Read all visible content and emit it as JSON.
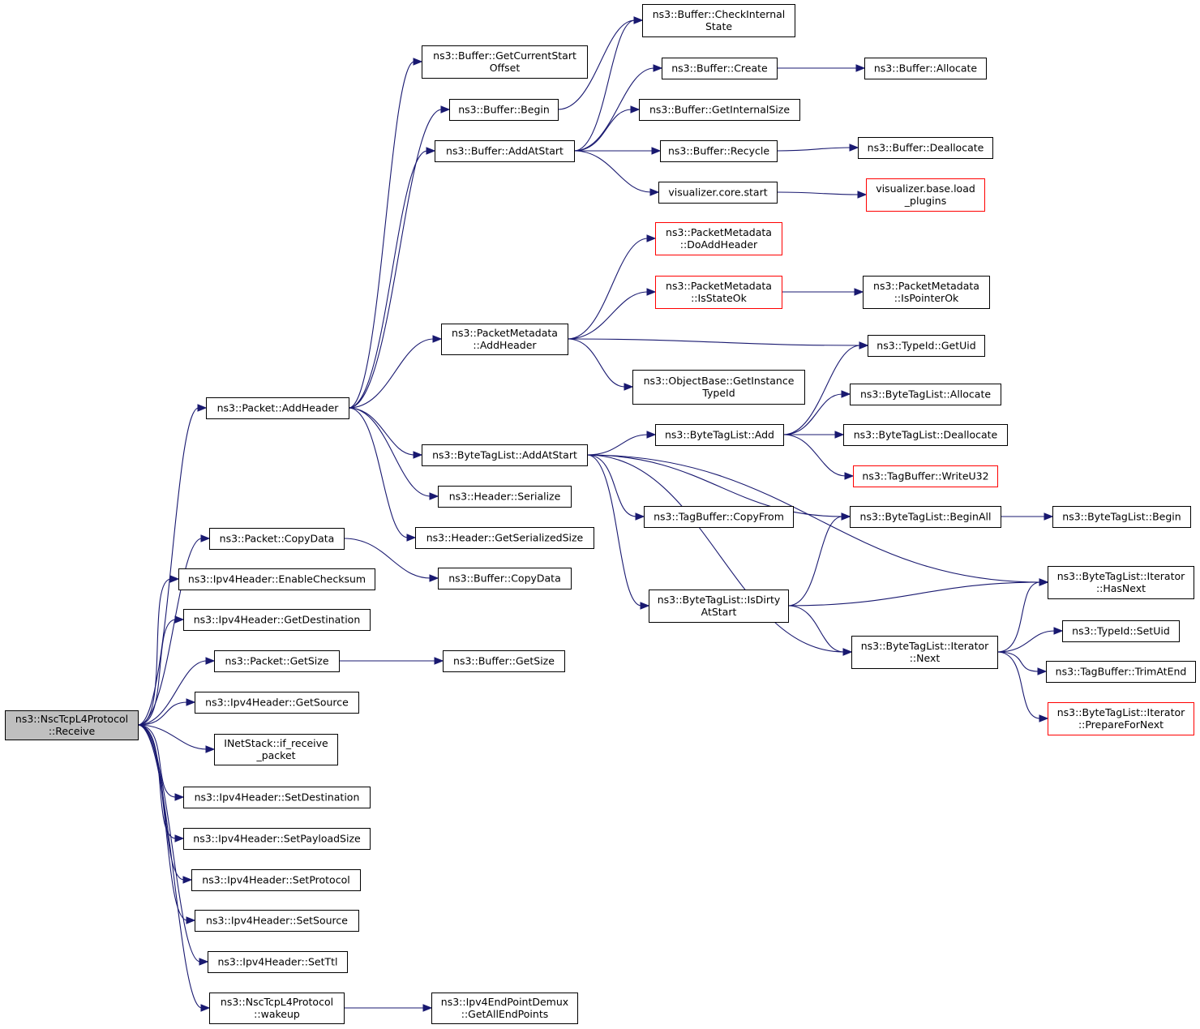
{
  "diagram": {
    "type": "call-graph",
    "colors": {
      "edge": "#191970",
      "root_fill": "#bfbfbf",
      "node_border": "#000000",
      "incomplete_border": "#ff0000"
    },
    "nodes": [
      {
        "id": "root",
        "lines": [
          "ns3::NscTcpL4Protocol",
          "::Receive"
        ],
        "style": "root"
      },
      {
        "id": "pkt_addheader",
        "lines": [
          "ns3::Packet::AddHeader"
        ]
      },
      {
        "id": "pkt_copydata",
        "lines": [
          "ns3::Packet::CopyData"
        ]
      },
      {
        "id": "ipv4_enablechecksum",
        "lines": [
          "ns3::Ipv4Header::EnableChecksum"
        ]
      },
      {
        "id": "ipv4_getdest",
        "lines": [
          "ns3::Ipv4Header::GetDestination"
        ]
      },
      {
        "id": "pkt_getsize",
        "lines": [
          "ns3::Packet::GetSize"
        ]
      },
      {
        "id": "ipv4_getsource",
        "lines": [
          "ns3::Ipv4Header::GetSource"
        ]
      },
      {
        "id": "inet_ifreceive",
        "lines": [
          "INetStack::if_receive",
          "_packet"
        ]
      },
      {
        "id": "ipv4_setdest",
        "lines": [
          "ns3::Ipv4Header::SetDestination"
        ]
      },
      {
        "id": "ipv4_setpayload",
        "lines": [
          "ns3::Ipv4Header::SetPayloadSize"
        ]
      },
      {
        "id": "ipv4_setprotocol",
        "lines": [
          "ns3::Ipv4Header::SetProtocol"
        ]
      },
      {
        "id": "ipv4_setsource",
        "lines": [
          "ns3::Ipv4Header::SetSource"
        ]
      },
      {
        "id": "ipv4_setttl",
        "lines": [
          "ns3::Ipv4Header::SetTtl"
        ]
      },
      {
        "id": "nsc_wakeup",
        "lines": [
          "ns3::NscTcpL4Protocol",
          "::wakeup"
        ]
      },
      {
        "id": "buf_getcurrentstart",
        "lines": [
          "ns3::Buffer::GetCurrentStart",
          "Offset"
        ]
      },
      {
        "id": "buf_begin",
        "lines": [
          "ns3::Buffer::Begin"
        ]
      },
      {
        "id": "buf_addatstart",
        "lines": [
          "ns3::Buffer::AddAtStart"
        ]
      },
      {
        "id": "pm_addheader",
        "lines": [
          "ns3::PacketMetadata",
          "::AddHeader"
        ]
      },
      {
        "id": "btl_addatstart",
        "lines": [
          "ns3::ByteTagList::AddAtStart"
        ]
      },
      {
        "id": "hdr_serialize",
        "lines": [
          "ns3::Header::Serialize"
        ]
      },
      {
        "id": "hdr_getserializedsize",
        "lines": [
          "ns3::Header::GetSerializedSize"
        ]
      },
      {
        "id": "buf_copydata",
        "lines": [
          "ns3::Buffer::CopyData"
        ]
      },
      {
        "id": "buf_getsize",
        "lines": [
          "ns3::Buffer::GetSize"
        ]
      },
      {
        "id": "ipv4ep_getall",
        "lines": [
          "ns3::Ipv4EndPointDemux",
          "::GetAllEndPoints"
        ]
      },
      {
        "id": "buf_checkinternal",
        "lines": [
          "ns3::Buffer::CheckInternal",
          "State"
        ]
      },
      {
        "id": "buf_create",
        "lines": [
          "ns3::Buffer::Create"
        ]
      },
      {
        "id": "buf_getinternalsize",
        "lines": [
          "ns3::Buffer::GetInternalSize"
        ]
      },
      {
        "id": "buf_recycle",
        "lines": [
          "ns3::Buffer::Recycle"
        ]
      },
      {
        "id": "vis_core_start",
        "lines": [
          "visualizer.core.start"
        ]
      },
      {
        "id": "pm_doaddheader",
        "lines": [
          "ns3::PacketMetadata",
          "::DoAddHeader"
        ],
        "style": "red"
      },
      {
        "id": "pm_isstateok",
        "lines": [
          "ns3::PacketMetadata",
          "::IsStateOk"
        ],
        "style": "red"
      },
      {
        "id": "ob_getinstancetypeid",
        "lines": [
          "ns3::ObjectBase::GetInstance",
          "TypeId"
        ]
      },
      {
        "id": "btl_add",
        "lines": [
          "ns3::ByteTagList::Add"
        ]
      },
      {
        "id": "tb_copyfrom",
        "lines": [
          "ns3::TagBuffer::CopyFrom"
        ]
      },
      {
        "id": "btl_isdirty",
        "lines": [
          "ns3::ByteTagList::IsDirty",
          "AtStart"
        ]
      },
      {
        "id": "buf_allocate",
        "lines": [
          "ns3::Buffer::Allocate"
        ]
      },
      {
        "id": "buf_deallocate",
        "lines": [
          "ns3::Buffer::Deallocate"
        ]
      },
      {
        "id": "vis_base_load",
        "lines": [
          "visualizer.base.load",
          "_plugins"
        ],
        "style": "red"
      },
      {
        "id": "pm_ispointerok",
        "lines": [
          "ns3::PacketMetadata",
          "::IsPointerOk"
        ]
      },
      {
        "id": "typeid_getuid",
        "lines": [
          "ns3::TypeId::GetUid"
        ]
      },
      {
        "id": "btl_allocate",
        "lines": [
          "ns3::ByteTagList::Allocate"
        ]
      },
      {
        "id": "btl_deallocate",
        "lines": [
          "ns3::ByteTagList::Deallocate"
        ]
      },
      {
        "id": "tb_writeu32",
        "lines": [
          "ns3::TagBuffer::WriteU32"
        ],
        "style": "red"
      },
      {
        "id": "btl_beginall",
        "lines": [
          "ns3::ByteTagList::BeginAll"
        ]
      },
      {
        "id": "btl_iter_next",
        "lines": [
          "ns3::ByteTagList::Iterator",
          "::Next"
        ]
      },
      {
        "id": "btl_begin",
        "lines": [
          "ns3::ByteTagList::Begin"
        ]
      },
      {
        "id": "btl_iter_hasnext",
        "lines": [
          "ns3::ByteTagList::Iterator",
          "::HasNext"
        ]
      },
      {
        "id": "typeid_setuid",
        "lines": [
          "ns3::TypeId::SetUid"
        ]
      },
      {
        "id": "tb_trimatend",
        "lines": [
          "ns3::TagBuffer::TrimAtEnd"
        ]
      },
      {
        "id": "btl_iter_prepare",
        "lines": [
          "ns3::ByteTagList::Iterator",
          "::PrepareForNext"
        ],
        "style": "red"
      }
    ],
    "edges": [
      [
        "root",
        "pkt_addheader"
      ],
      [
        "root",
        "pkt_copydata"
      ],
      [
        "root",
        "ipv4_enablechecksum"
      ],
      [
        "root",
        "ipv4_getdest"
      ],
      [
        "root",
        "pkt_getsize"
      ],
      [
        "root",
        "ipv4_getsource"
      ],
      [
        "root",
        "inet_ifreceive"
      ],
      [
        "root",
        "ipv4_setdest"
      ],
      [
        "root",
        "ipv4_setpayload"
      ],
      [
        "root",
        "ipv4_setprotocol"
      ],
      [
        "root",
        "ipv4_setsource"
      ],
      [
        "root",
        "ipv4_setttl"
      ],
      [
        "root",
        "nsc_wakeup"
      ],
      [
        "pkt_addheader",
        "buf_getcurrentstart"
      ],
      [
        "pkt_addheader",
        "buf_begin"
      ],
      [
        "pkt_addheader",
        "buf_addatstart"
      ],
      [
        "pkt_addheader",
        "pm_addheader"
      ],
      [
        "pkt_addheader",
        "btl_addatstart"
      ],
      [
        "pkt_addheader",
        "hdr_serialize"
      ],
      [
        "pkt_addheader",
        "hdr_getserializedsize"
      ],
      [
        "pkt_copydata",
        "buf_copydata"
      ],
      [
        "pkt_getsize",
        "buf_getsize"
      ],
      [
        "nsc_wakeup",
        "ipv4ep_getall"
      ],
      [
        "buf_begin",
        "buf_checkinternal"
      ],
      [
        "buf_addatstart",
        "buf_checkinternal"
      ],
      [
        "buf_addatstart",
        "buf_create"
      ],
      [
        "buf_addatstart",
        "buf_getinternalsize"
      ],
      [
        "buf_addatstart",
        "buf_recycle"
      ],
      [
        "buf_addatstart",
        "vis_core_start"
      ],
      [
        "buf_create",
        "buf_allocate"
      ],
      [
        "buf_recycle",
        "buf_deallocate"
      ],
      [
        "vis_core_start",
        "vis_base_load"
      ],
      [
        "pm_addheader",
        "pm_doaddheader"
      ],
      [
        "pm_addheader",
        "pm_isstateok"
      ],
      [
        "pm_addheader",
        "typeid_getuid"
      ],
      [
        "pm_addheader",
        "ob_getinstancetypeid"
      ],
      [
        "pm_isstateok",
        "pm_ispointerok"
      ],
      [
        "btl_addatstart",
        "btl_add"
      ],
      [
        "btl_addatstart",
        "tb_copyfrom"
      ],
      [
        "btl_addatstart",
        "btl_beginall"
      ],
      [
        "btl_addatstart",
        "btl_isdirty"
      ],
      [
        "btl_addatstart",
        "btl_iter_hasnext"
      ],
      [
        "btl_addatstart",
        "btl_iter_next"
      ],
      [
        "btl_add",
        "typeid_getuid"
      ],
      [
        "btl_add",
        "btl_allocate"
      ],
      [
        "btl_add",
        "btl_deallocate"
      ],
      [
        "btl_add",
        "tb_writeu32"
      ],
      [
        "btl_beginall",
        "btl_begin"
      ],
      [
        "btl_isdirty",
        "btl_beginall"
      ],
      [
        "btl_isdirty",
        "btl_iter_hasnext"
      ],
      [
        "btl_isdirty",
        "btl_iter_next"
      ],
      [
        "btl_iter_next",
        "btl_iter_hasnext"
      ],
      [
        "btl_iter_next",
        "typeid_setuid"
      ],
      [
        "btl_iter_next",
        "tb_trimatend"
      ],
      [
        "btl_iter_next",
        "btl_iter_prepare"
      ]
    ]
  }
}
